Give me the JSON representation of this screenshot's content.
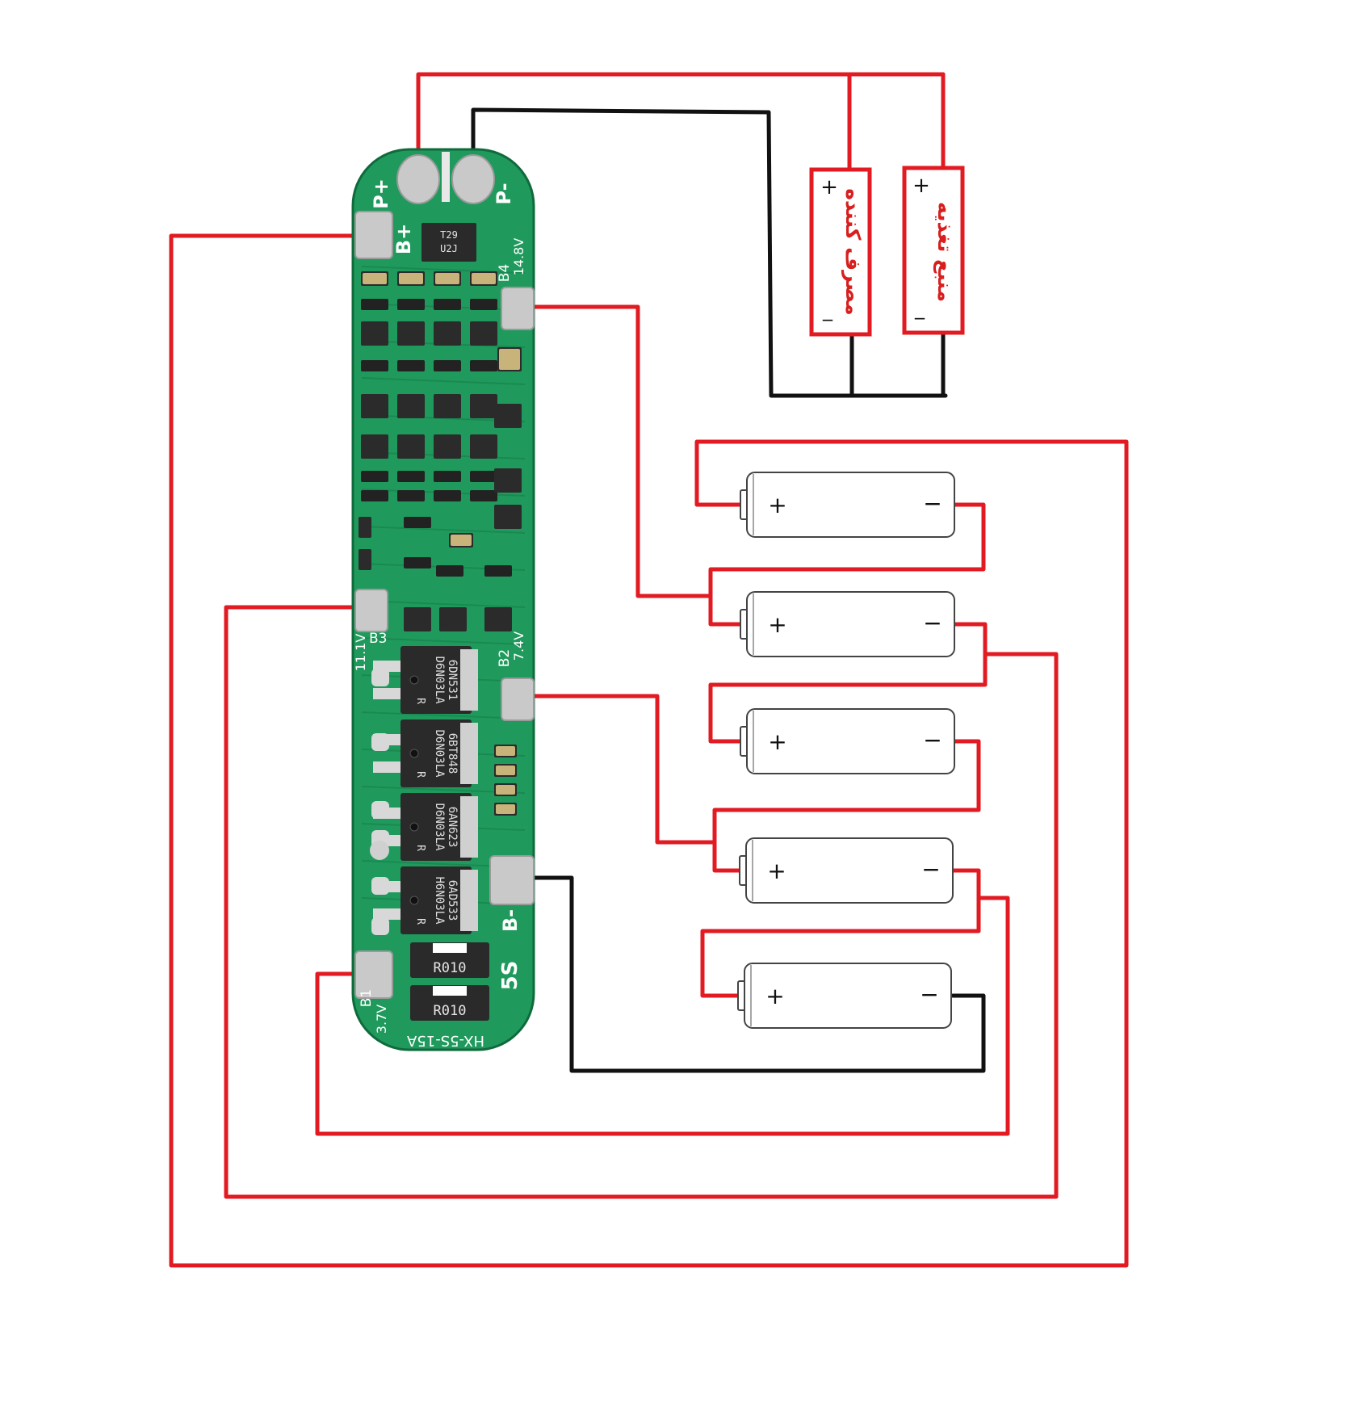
{
  "colors": {
    "pcb": "#1f9a5c",
    "pcb_dark": "#167a48",
    "pcb_edge": "#0f6a3c",
    "wire_red": "#e21b23",
    "wire_black": "#111111",
    "pad": "#c9c9c9",
    "chip": "#2a2a2a",
    "silk": "#ffffff",
    "box_text": "#d91e1e",
    "battery_body": "#ffffff",
    "battery_edge": "#444444"
  },
  "board": {
    "pad_labels": {
      "p_plus": "P+",
      "p_minus": "P-",
      "b_plus": "B+",
      "b4": "B4",
      "b4_voltage": "14.8V",
      "b3": "B3",
      "b3_voltage": "11.1V",
      "b2": "B2",
      "b2_voltage": "7.4V",
      "b1": "B1",
      "b1_voltage": "3.7V",
      "b_minus": "B-",
      "series": "5S"
    },
    "model": "HX-5S-15A",
    "top_chip": [
      "T29",
      "U2J"
    ],
    "shunts": [
      "R010",
      "R010"
    ],
    "mosfets": [
      {
        "line1": "D6N03LA",
        "line2": "6DN531"
      },
      {
        "line1": "D6N03LA",
        "line2": "6BT848"
      },
      {
        "line1": "D6N03LA",
        "line2": "6AN623"
      },
      {
        "line1": "H6N03LA",
        "line2": "6AD533"
      }
    ],
    "mosfet_mark": "R"
  },
  "boxes": {
    "consumer": {
      "label": "مصرف کننده",
      "plus": "+",
      "minus": "_"
    },
    "supply": {
      "label": "منبع تغذیه",
      "plus": "+",
      "minus": "_"
    }
  },
  "batteries": [
    {
      "plus": "+",
      "minus": "−"
    },
    {
      "plus": "+",
      "minus": "−"
    },
    {
      "plus": "+",
      "minus": "−"
    },
    {
      "plus": "+",
      "minus": "−"
    },
    {
      "plus": "+",
      "minus": "−"
    }
  ]
}
